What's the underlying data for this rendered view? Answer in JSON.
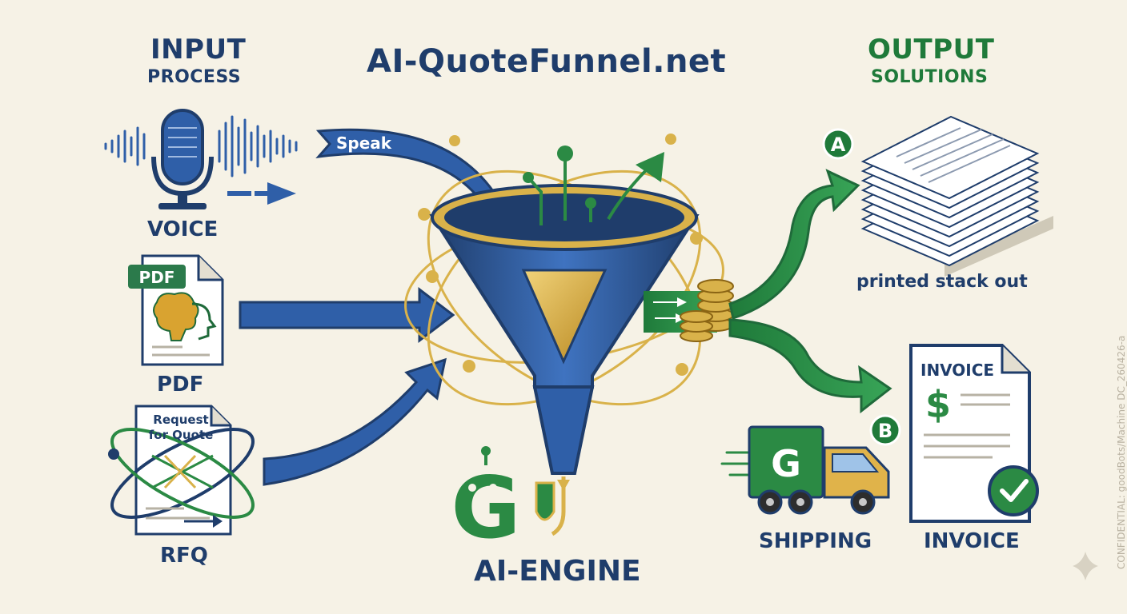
{
  "title": "AI-QuoteFunnel.net",
  "input": {
    "heading": "INPUT",
    "subheading": "PROCESS"
  },
  "output": {
    "heading": "OUTPUT",
    "subheading": "SOLUTIONS"
  },
  "inputs": {
    "voice": {
      "label": "VOICE",
      "arrow_label": "Speak"
    },
    "pdf": {
      "label": "PDF",
      "tag": "PDF"
    },
    "rfq": {
      "label": "RFQ",
      "doc_title_line1": "Request",
      "doc_title_line2": "for Quote"
    }
  },
  "engine": {
    "label": "AI-ENGINE",
    "logo_letter": "G"
  },
  "outputs": {
    "a": {
      "marker": "A",
      "label": "printed stack out"
    },
    "b": {
      "marker": "B"
    },
    "shipping": {
      "label": "SHIPPING",
      "truck_logo": "G"
    },
    "invoice": {
      "label": "INVOICE",
      "doc_title": "INVOICE",
      "symbol": "$"
    }
  },
  "watermark": "CONFIDENTIAL: goodBots/Machine DC_260426-a",
  "colors": {
    "navy": "#1f3d6b",
    "blue": "#2f5fa8",
    "green": "#2b8a44",
    "gold": "#d9b24a",
    "background": "#f6f2e6"
  }
}
